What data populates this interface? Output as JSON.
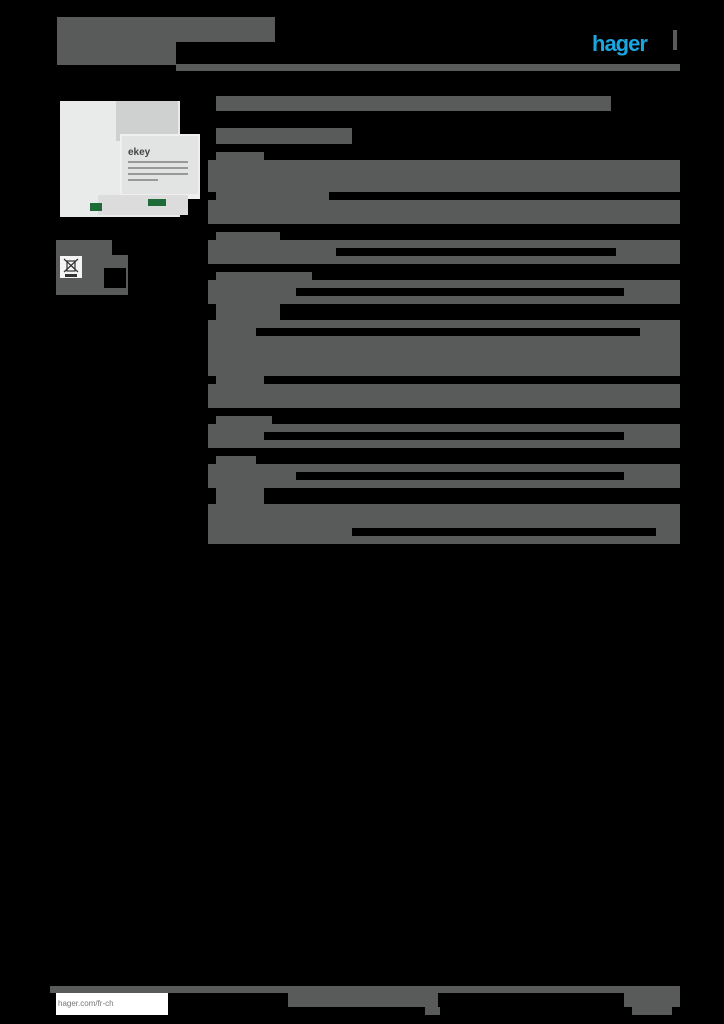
{
  "header": {
    "title_lines": [
      "[redacted product title]",
      "[redacted reference]"
    ],
    "logo_text": "hager",
    "brand_color": "#1aa6e0"
  },
  "product_image": {
    "brand_label": "ekey",
    "description": "DIN-rail power supply module with green terminal blocks"
  },
  "sidebar": {
    "icon_box_label": "[redacted]",
    "icons": [
      "weee-crossed-bin-icon",
      "black-box-icon"
    ]
  },
  "main": {
    "heading": "[redacted product heading]",
    "subheading": "[redacted subheading]",
    "sections": [
      {
        "label": "[redacted]",
        "rows": 2
      },
      {
        "label": "[redacted]",
        "rows": 1
      },
      {
        "label": "[redacted]",
        "rows": 1
      },
      {
        "label": "[redacted]",
        "rows": 3
      },
      {
        "label": "[redacted]",
        "rows": 1
      },
      {
        "label": "[redacted]",
        "rows": 1
      },
      {
        "label": "[redacted]",
        "rows": 1
      }
    ]
  },
  "footer": {
    "url": "hager.com/fr-ch",
    "center_text": "[redacted]",
    "page_number": "[redacted]"
  },
  "colors": {
    "background": "#000000",
    "text_block": "#595b5a",
    "accent": "#1aa6e0"
  }
}
